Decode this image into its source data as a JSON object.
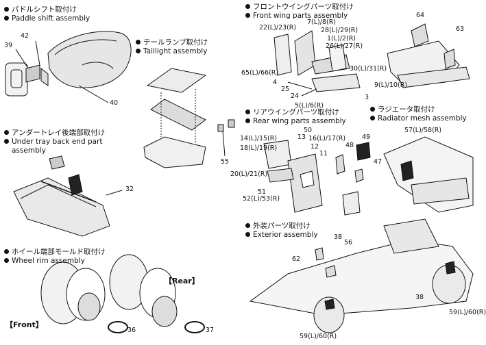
{
  "sections": {
    "paddle": {
      "jp": "パドルシフト取付け",
      "en": "Paddle shift assembly",
      "parts": [
        "42",
        "39",
        "40"
      ]
    },
    "taillight": {
      "jp": "テールランプ取付け",
      "en": "Taillight assembly",
      "parts": [
        "55"
      ]
    },
    "front_wing": {
      "jp": "フロントウイングパーツ取付け",
      "en": "Front wing parts assembly",
      "parts": [
        "22(L)/23(R)",
        "7(L)/8(R)",
        "28(L)/29(R)",
        "1(L)/2(R)",
        "26(L)/27(R)",
        "65(L)/66(R)",
        "4",
        "25",
        "24",
        "5(L)/6(R)",
        "30(L)/31(R)",
        "9(L)/10(R)",
        "3",
        "64",
        "63"
      ]
    },
    "under_tray": {
      "jp": "アンダートレイ後端部取付け",
      "en": "Under tray back end part",
      "en2": "assembly",
      "parts": [
        "32"
      ]
    },
    "rear_wing": {
      "jp": "リアウイングパーツ取付け",
      "en": "Rear wing parts assembly",
      "parts": [
        "50",
        "14(L)/15(R)",
        "13",
        "16(L)/17(R)",
        "18(L)/19(R)",
        "12",
        "11",
        "20(L)/21(R)",
        "51",
        "52(L)/53(R)",
        "48",
        "49",
        "47"
      ]
    },
    "radiator": {
      "jp": "ラジエータ取付け",
      "en": "Radiator mesh assembly",
      "parts": [
        "57(L)/58(R)"
      ]
    },
    "wheel": {
      "jp": "ホイール端部モールド取付け",
      "en": "Wheel rim assembly",
      "rear": "【Rear】",
      "front": "【Front】",
      "parts": [
        "36",
        "37"
      ]
    },
    "exterior": {
      "jp": "外装パーツ取付け",
      "en": "Exterior assembly",
      "parts": [
        "38",
        "56",
        "62",
        "38",
        "59(L)/60(R)",
        "59(L)/60(R)"
      ]
    }
  }
}
